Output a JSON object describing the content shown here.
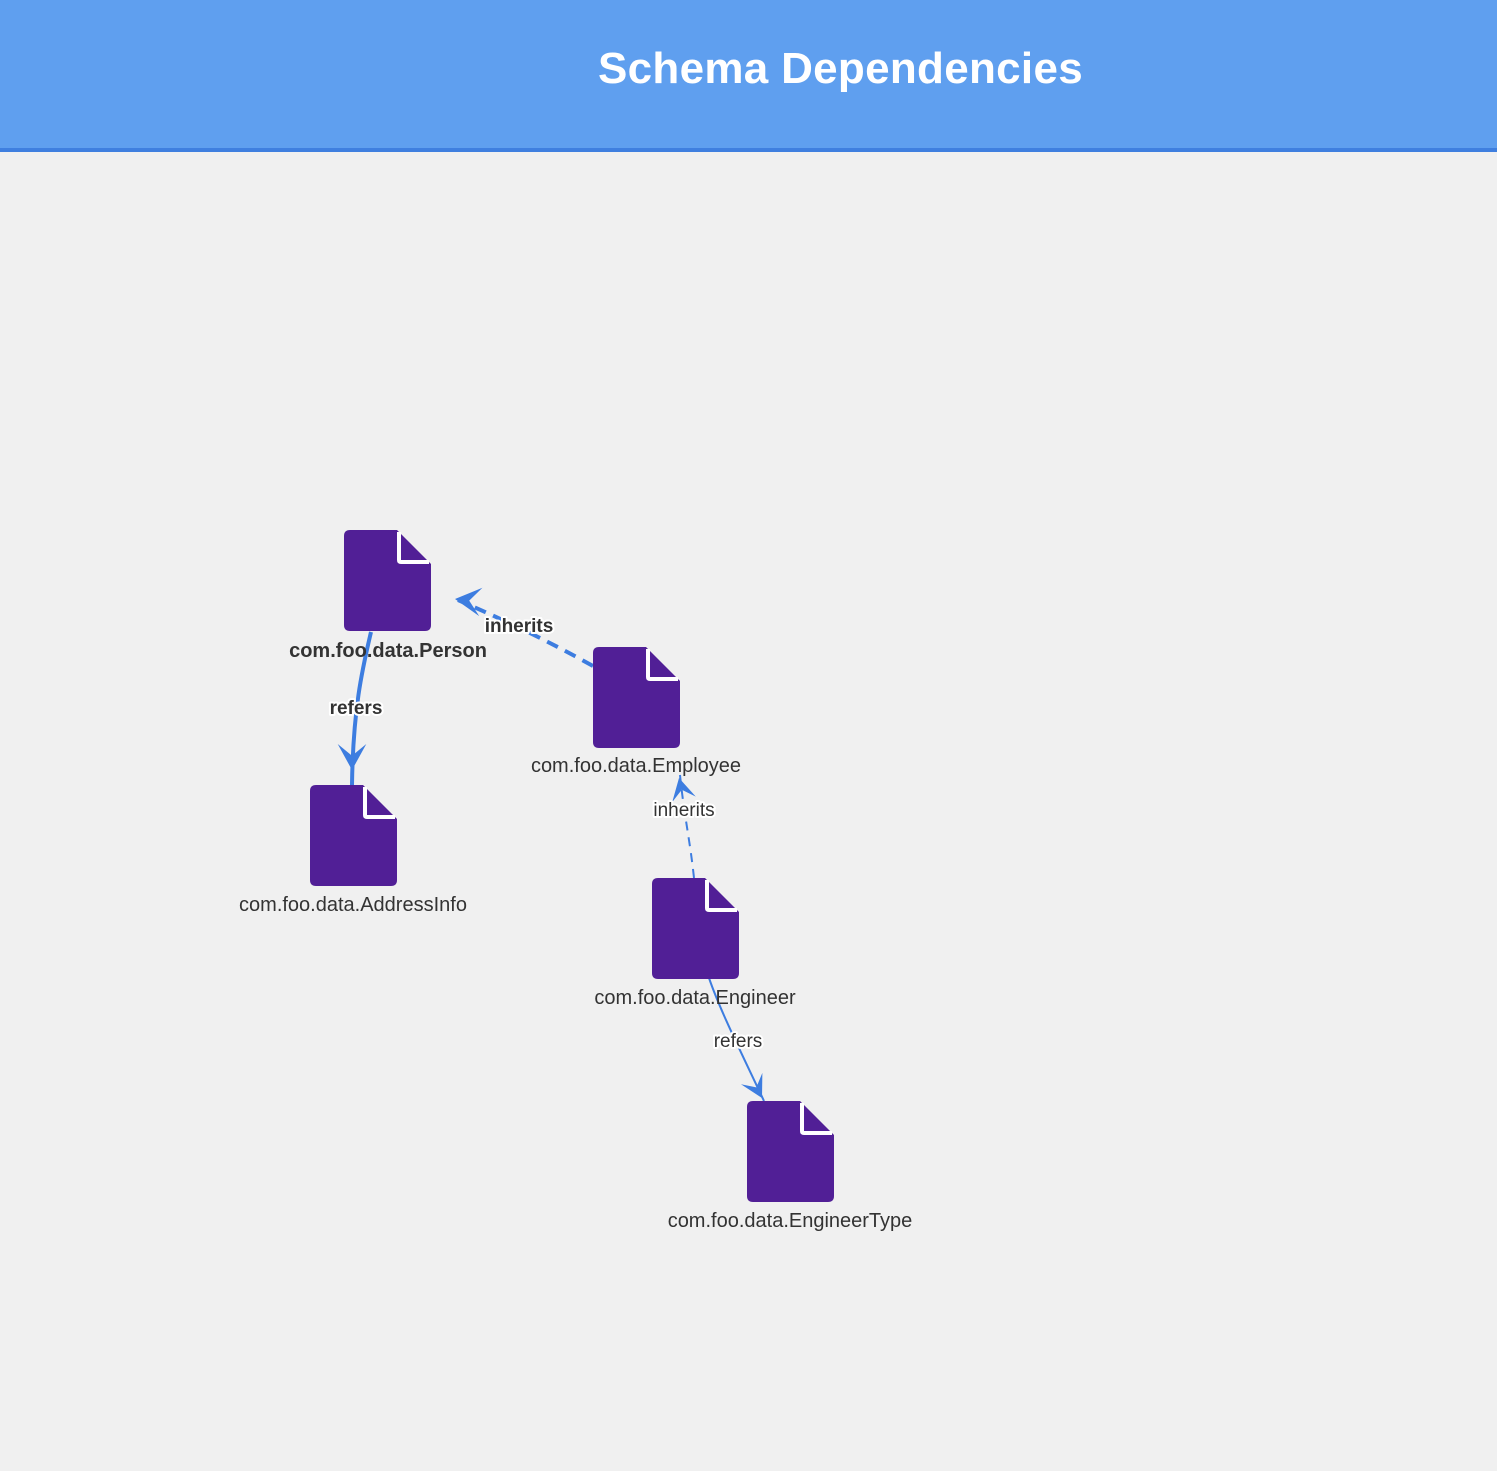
{
  "header": {
    "title": "Schema Dependencies"
  },
  "colors": {
    "header_bg": "#5f9fef",
    "background": "#f0f0f0",
    "node_fill": "#511f96",
    "edge": "#3d7de0",
    "label_text": "#333333"
  },
  "nodes": [
    {
      "id": "person",
      "label": "com.foo.data.Person",
      "icon": "document-icon",
      "emphasized": true
    },
    {
      "id": "employee",
      "label": "com.foo.data.Employee",
      "icon": "document-icon",
      "emphasized": false
    },
    {
      "id": "addressinfo",
      "label": "com.foo.data.AddressInfo",
      "icon": "document-icon",
      "emphasized": false
    },
    {
      "id": "engineer",
      "label": "com.foo.data.Engineer",
      "icon": "document-icon",
      "emphasized": false
    },
    {
      "id": "engineertype",
      "label": "com.foo.data.EngineerType",
      "icon": "document-icon",
      "emphasized": false
    }
  ],
  "edges": [
    {
      "from": "employee",
      "to": "person",
      "label": "inherits",
      "style": "dashed",
      "emphasized": true
    },
    {
      "from": "person",
      "to": "addressinfo",
      "label": "refers",
      "style": "solid",
      "emphasized": true
    },
    {
      "from": "engineer",
      "to": "employee",
      "label": "inherits",
      "style": "dashed",
      "emphasized": false
    },
    {
      "from": "engineer",
      "to": "engineertype",
      "label": "refers",
      "style": "solid",
      "emphasized": false
    }
  ]
}
